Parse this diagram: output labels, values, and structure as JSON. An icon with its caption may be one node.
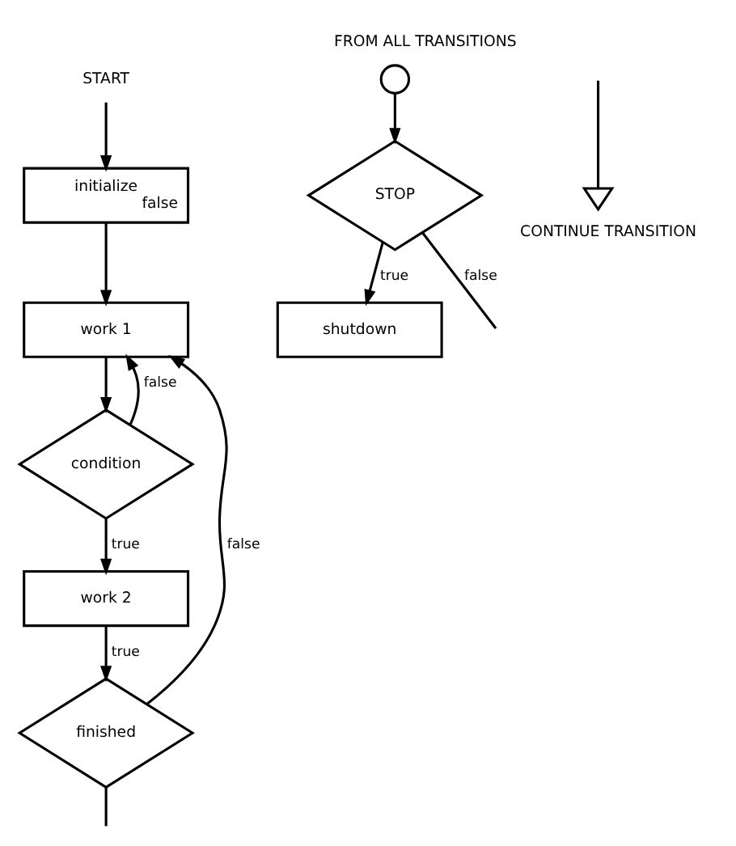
{
  "diagram": {
    "nodes": [
      {
        "text": [
          "START"
        ]
      },
      {
        "text": [
          "initialize",
          "false"
        ]
      },
      {
        "text": [
          "work 1"
        ]
      },
      {
        "text": [
          "condition"
        ]
      },
      {
        "text": [
          "work 2"
        ]
      },
      {
        "text": [
          "finished"
        ]
      },
      {
        "text": [],
        "shape": "circle",
        "beside": [
          "FROM ALL TRANSITIONS"
        ]
      },
      {
        "text": [
          "STOP"
        ]
      },
      {
        "text": [
          "shutdown"
        ]
      },
      {
        "text": [],
        "shape": "triangle",
        "beside": [
          "CONTINUE TRANSITION"
        ]
      }
    ],
    "edges": [
      {
        "from": 0,
        "to": 1,
        "arrow": "to"
      },
      {
        "from": 1,
        "to": 2,
        "arrow": "to"
      },
      {
        "from": 2,
        "to": 3,
        "arrow": "to"
      },
      {
        "from": 3,
        "to": 2,
        "arrow": "to",
        "label": "false"
      },
      {
        "from": 3,
        "to": 4,
        "arrow": "to",
        "label": "true"
      },
      {
        "from": 4,
        "to": 5,
        "arrow": "to",
        "label": "true"
      },
      {
        "from": 5,
        "to": 2,
        "arrow": "to",
        "label": "false"
      },
      {
        "from": 5,
        "to": null,
        "arrow": "none"
      },
      {
        "from": 6,
        "to": 7,
        "arrow": "to"
      },
      {
        "from": 7,
        "to": 8,
        "arrow": "to",
        "label": "true"
      },
      {
        "from": 7,
        "to": null,
        "arrow": "none",
        "label": "false"
      },
      {
        "from": null,
        "to": 9,
        "arrow": "none"
      }
    ]
  }
}
